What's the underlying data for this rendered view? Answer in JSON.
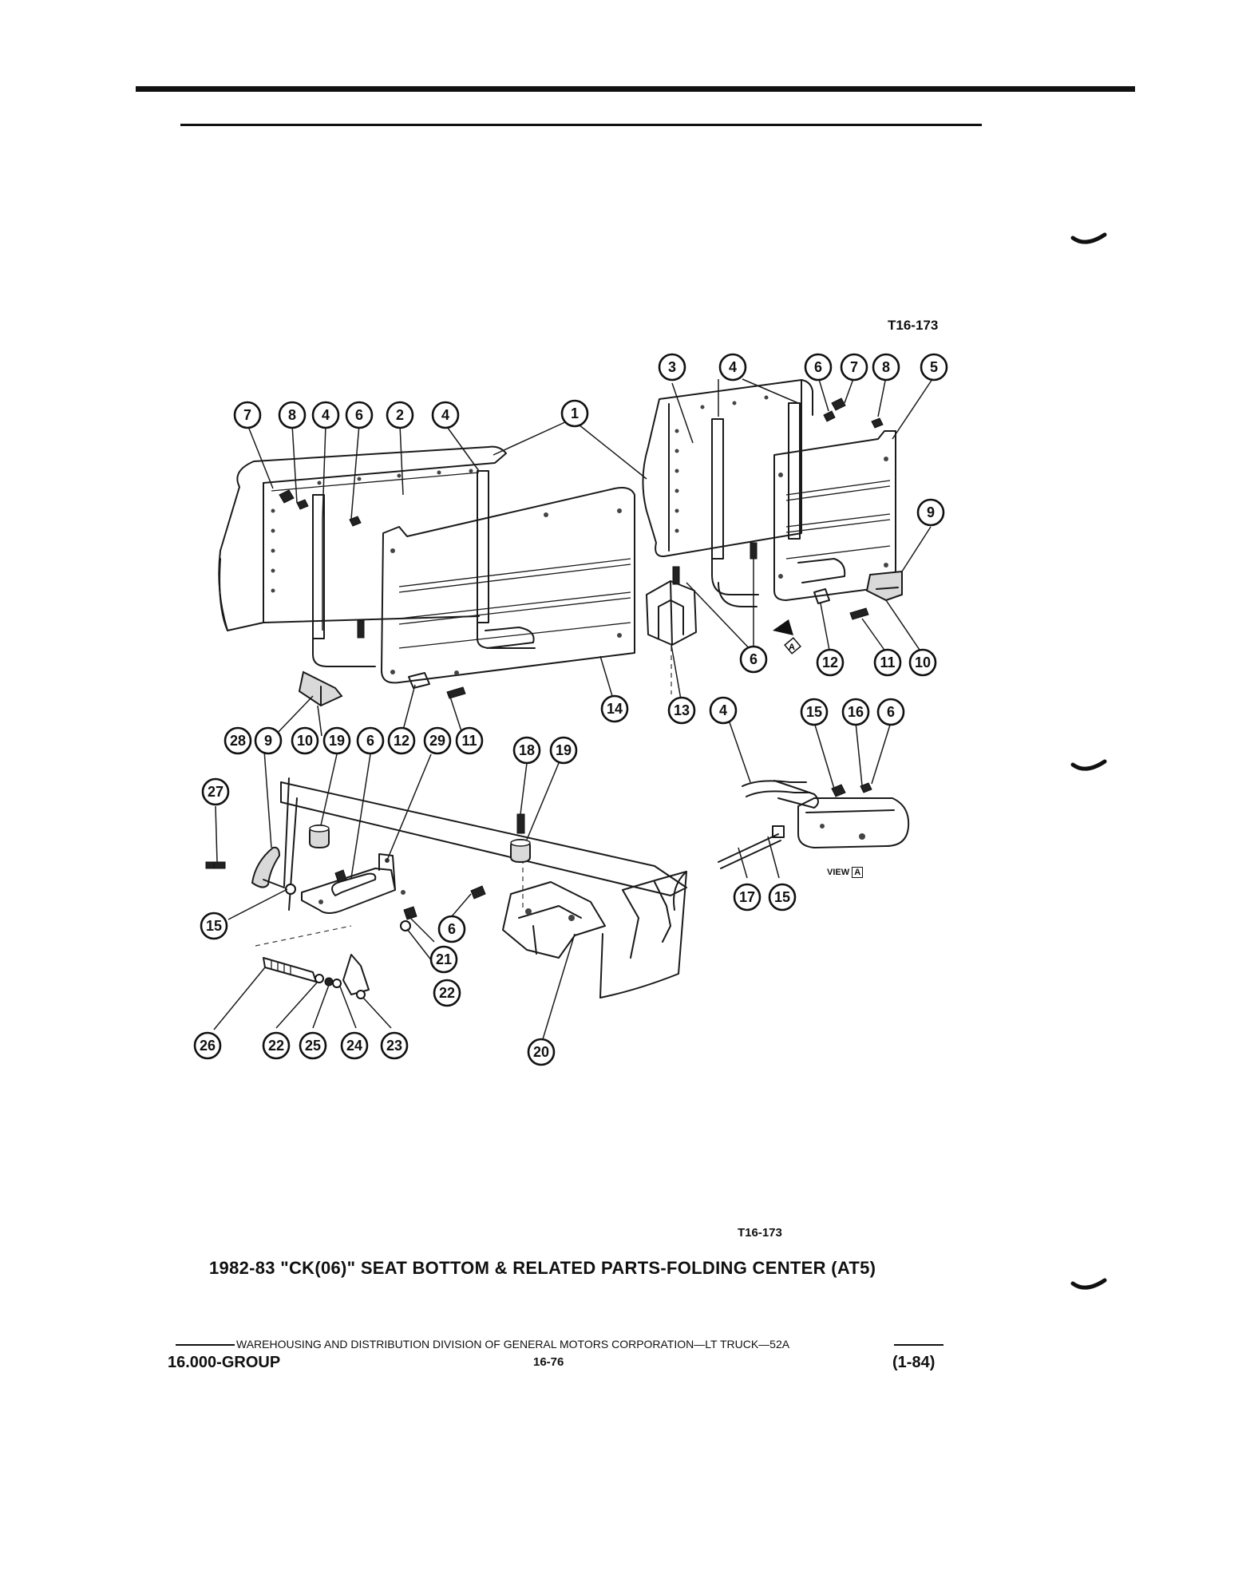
{
  "figure_id_top": "T16-173",
  "figure_id_bottom": "T16-173",
  "caption": "1982-83 \"CK(06)\" SEAT BOTTOM & RELATED PARTS-FOLDING CENTER (AT5)",
  "footer": {
    "division_line": "WAREHOUSING AND DISTRIBUTION  DIVISION OF GENERAL MOTORS CORPORATION—LT TRUCK—52A",
    "group": "16.000-GROUP",
    "page": "16-76",
    "date": "(1-84)"
  },
  "view_label": "VIEW",
  "view_letter": "A",
  "callouts": {
    "left_top": [
      "7",
      "8",
      "4",
      "6",
      "2",
      "4",
      "1"
    ],
    "right_top": [
      "3",
      "4",
      "6",
      "7",
      "8",
      "5"
    ],
    "right_side": [
      "9",
      "6",
      "12",
      "11",
      "10"
    ],
    "middle_row": [
      "14",
      "13",
      "4",
      "15",
      "16",
      "6"
    ],
    "left_row": [
      "28",
      "9",
      "10",
      "19",
      "6",
      "12",
      "29",
      "11",
      "18",
      "19"
    ],
    "lower": [
      "27",
      "15",
      "6",
      "21",
      "22",
      "17",
      "15",
      "20"
    ],
    "bottom_row": [
      "26",
      "22",
      "25",
      "24",
      "23"
    ]
  }
}
